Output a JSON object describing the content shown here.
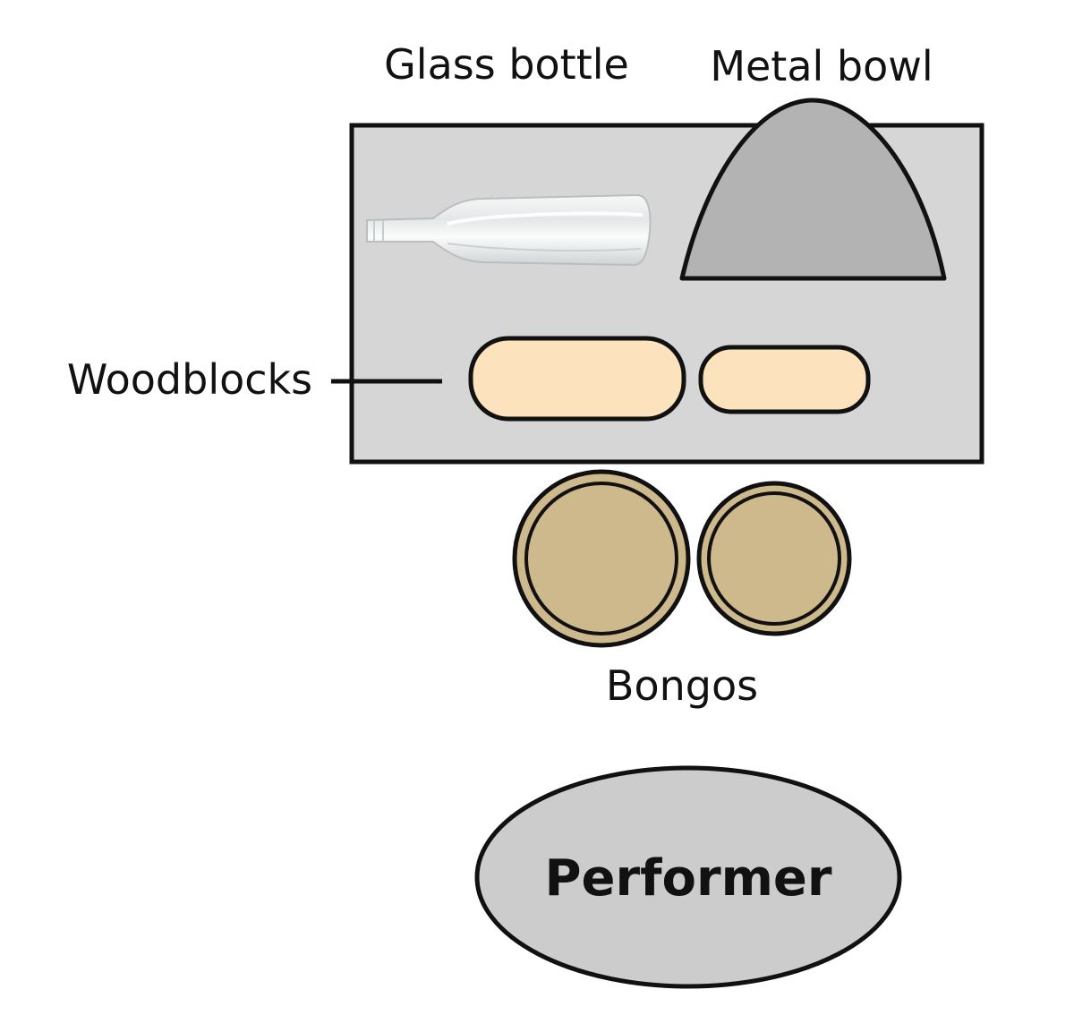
{
  "labels": {
    "glass_bottle": "Glass bottle",
    "metal_bowl": "Metal bowl",
    "woodblocks": "Woodblocks",
    "bongos": "Bongos",
    "performer": "Performer"
  },
  "colors": {
    "table_fill": "#d6d6d6",
    "table_stroke": "#111111",
    "bowl_fill": "#b3b3b3",
    "woodblock_fill": "#fde3bd",
    "bongo_fill": "#cdb98c",
    "bongo_ring": "#cdb98c",
    "performer_fill": "#cccccc",
    "glass_tint": "#eef1f2"
  }
}
